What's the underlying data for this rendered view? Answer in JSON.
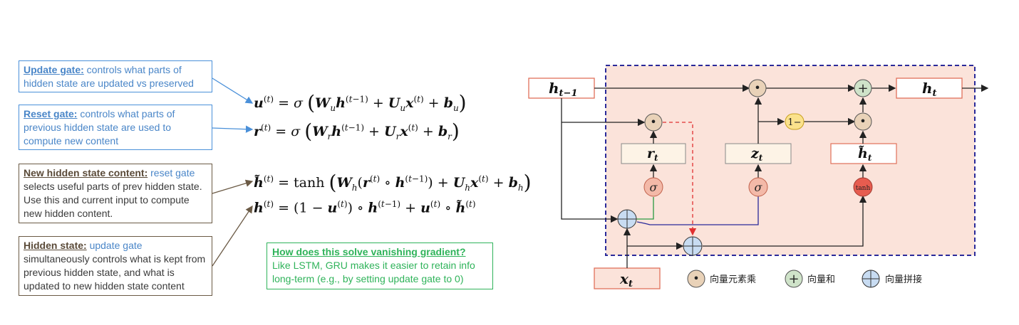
{
  "notes": {
    "update": {
      "title": "Update gate:",
      "text": " controls what parts of hidden state are updated vs preserved"
    },
    "reset": {
      "title": "Reset gate:",
      "text": " controls what parts of previous hidden state are used to compute new content"
    },
    "new_content": {
      "title": "New hidden state content:",
      "highlight": " reset gate",
      "text": " selects useful parts of prev hidden state. Use this and current input to compute new hidden content."
    },
    "hidden": {
      "title": "Hidden state:",
      "highlight": " update gate",
      "text": " simultaneously controls what is kept from previous hidden state, and what is updated to new hidden state content"
    },
    "vanishing": {
      "title": "How does this solve vanishing gradient?",
      "text": "Like LSTM, GRU makes it easier to retain info long-term (e.g., by setting update gate to 0)"
    }
  },
  "diagram": {
    "labels": {
      "h_prev": "h",
      "h_prev_sub": "t−1",
      "h_t": "h",
      "h_t_sub": "t",
      "r_t": "r",
      "r_t_sub": "t",
      "z_t": "z",
      "z_t_sub": "t",
      "htilde": "h̃",
      "htilde_sub": "t",
      "x_t": "x",
      "x_t_sub": "t",
      "sigma": "σ",
      "tanh": "tanh",
      "one_minus": "1−",
      "dot": "•",
      "plus": "+"
    },
    "legend": {
      "elementwise_mul": "向量元素乘",
      "vector_sum": "向量和",
      "vector_concat": "向量拼接"
    },
    "colors": {
      "dashed_frame": "#2a2a9a",
      "cell_fill": "#fbe3da",
      "mul_node": "#e9d2b8",
      "sum_node": "#cfe3c9",
      "concat_node": "#c8dcf2",
      "sigma_node": "#f3b9a8",
      "tanh_node": "#e65c4f",
      "one_minus_node": "#fbe28c"
    }
  }
}
